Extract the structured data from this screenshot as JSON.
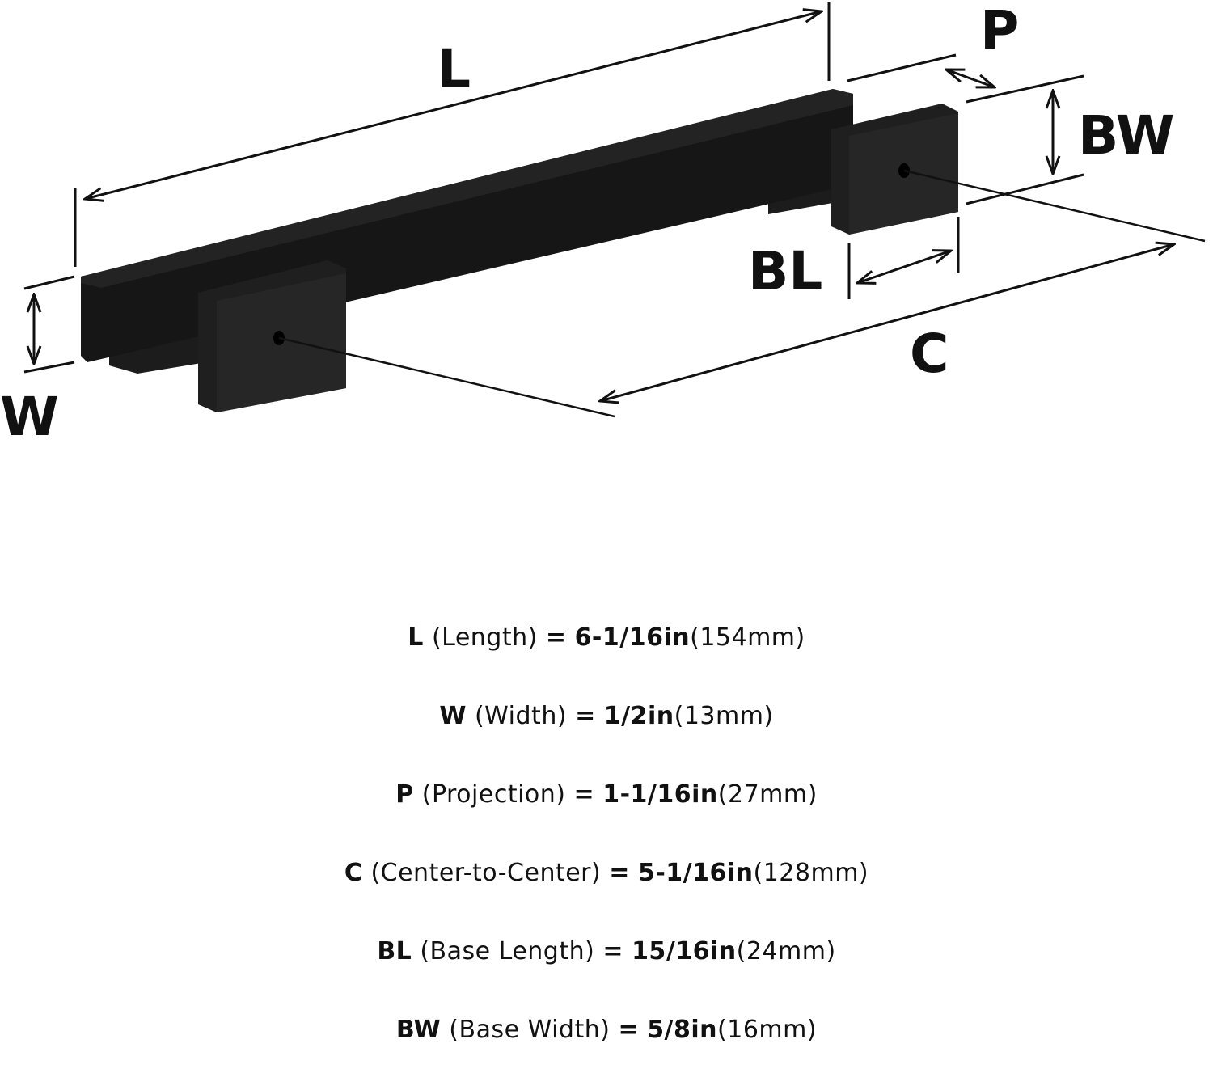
{
  "diagram": {
    "labels": {
      "L": "L",
      "P": "P",
      "BW": "BW",
      "BL": "BL",
      "C": "C",
      "W": "W"
    },
    "colors": {
      "ink": "#111111",
      "handle": "#161616",
      "handle_face": "#262626",
      "handle_top": "#1e1e1e",
      "hole": "#000000"
    }
  },
  "specs": [
    {
      "abbr": "L",
      "name": "(Length)",
      "eq": "=",
      "imperial": "6-1/16in",
      "metric": "(154mm)"
    },
    {
      "abbr": "W",
      "name": "(Width)",
      "eq": "=",
      "imperial": "1/2in",
      "metric": "(13mm)"
    },
    {
      "abbr": "P",
      "name": "(Projection)",
      "eq": "=",
      "imperial": "1-1/16in",
      "metric": "(27mm)"
    },
    {
      "abbr": "C",
      "name": "(Center-to-Center)",
      "eq": "=",
      "imperial": "5-1/16in",
      "metric": "(128mm)"
    },
    {
      "abbr": "BL",
      "name": "(Base Length)",
      "eq": "=",
      "imperial": "15/16in",
      "metric": "(24mm)"
    },
    {
      "abbr": "BW",
      "name": "(Base Width)",
      "eq": "=",
      "imperial": "5/8in",
      "metric": "(16mm)"
    }
  ]
}
